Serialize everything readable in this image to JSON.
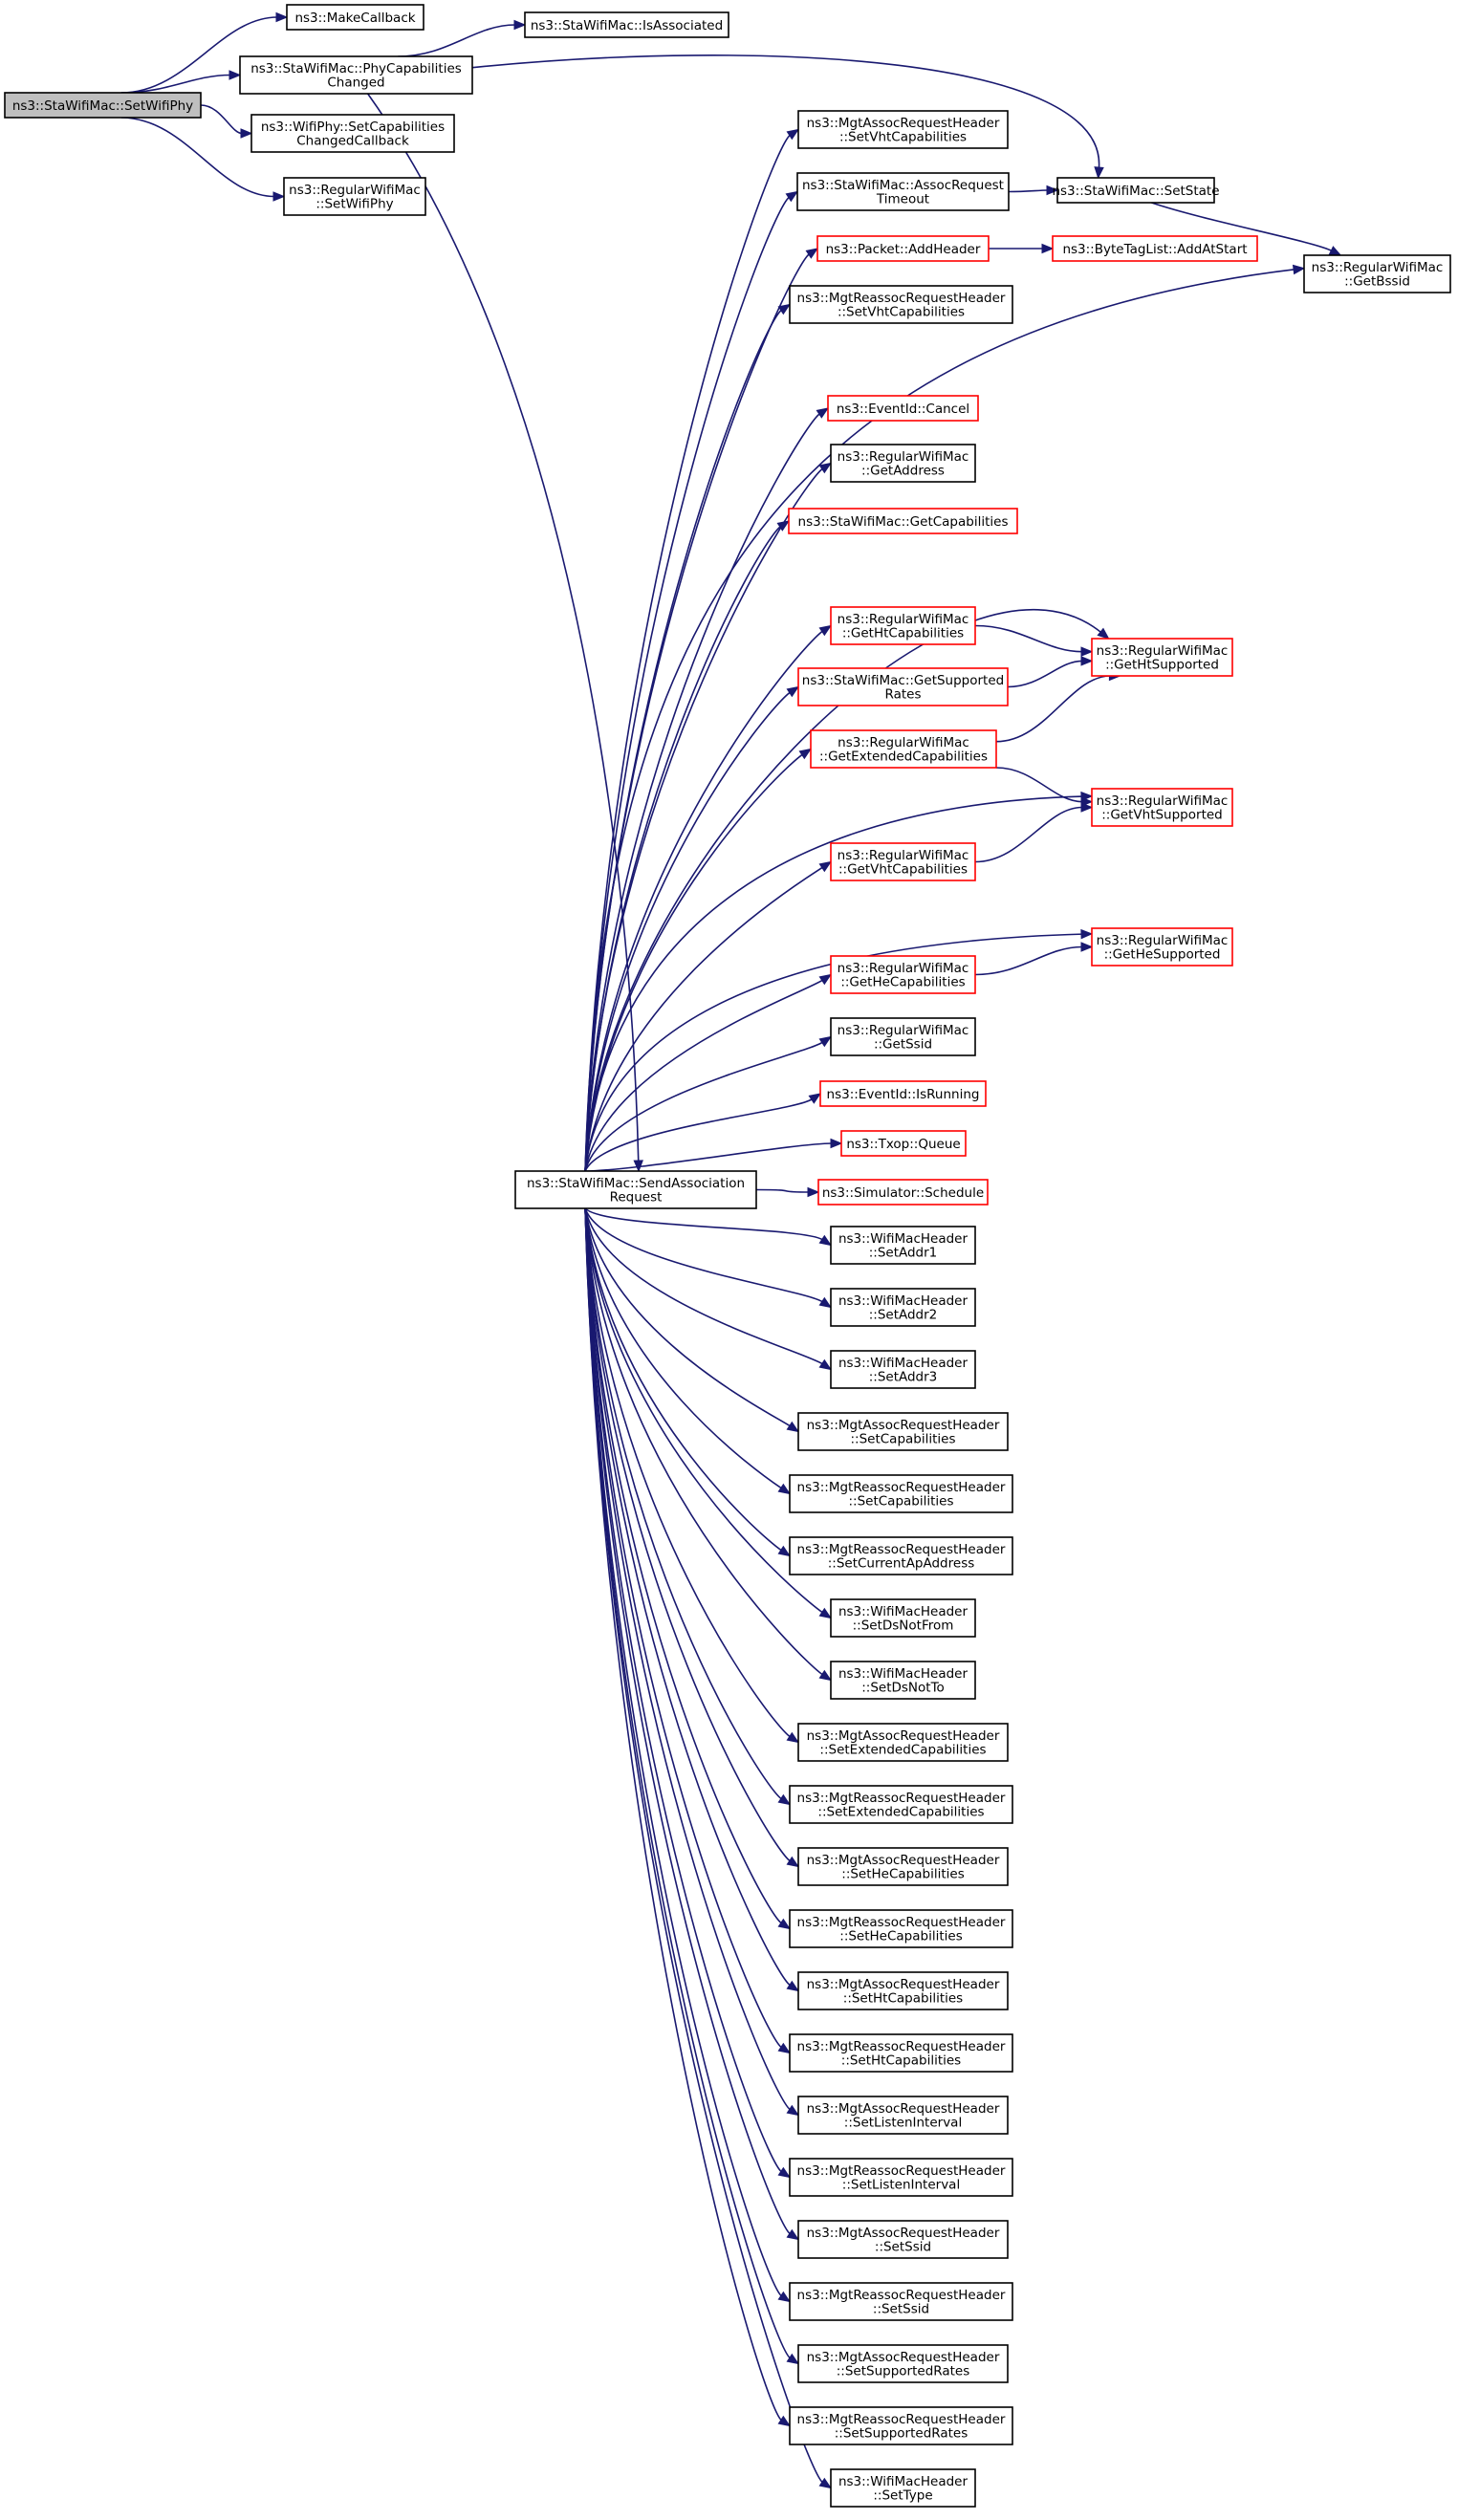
{
  "colors": {
    "edge": "#191970",
    "node_border_normal": "#000000",
    "node_border_truncated": "#ff0000",
    "root_fill": "#bfbfbf",
    "node_fill": "#ffffff"
  },
  "nodes": [
    {
      "id": "root",
      "lines": [
        "ns3::StaWifiMac::SetWifiPhy"
      ],
      "style": "root"
    },
    {
      "id": "makecb",
      "lines": [
        "ns3::MakeCallback"
      ],
      "style": "normal"
    },
    {
      "id": "phycap",
      "lines": [
        "ns3::StaWifiMac::PhyCapabilities",
        "Changed"
      ],
      "style": "normal"
    },
    {
      "id": "setcapcb",
      "lines": [
        "ns3::WifiPhy::SetCapabilities",
        "ChangedCallback"
      ],
      "style": "normal"
    },
    {
      "id": "regsetphy",
      "lines": [
        "ns3::RegularWifiMac",
        "::SetWifiPhy"
      ],
      "style": "normal"
    },
    {
      "id": "isassoc",
      "lines": [
        "ns3::StaWifiMac::IsAssociated"
      ],
      "style": "normal"
    },
    {
      "id": "sendassoc",
      "lines": [
        "ns3::StaWifiMac::SendAssociation",
        "Request"
      ],
      "style": "normal"
    },
    {
      "id": "setstate",
      "lines": [
        "ns3::StaWifiMac::SetState"
      ],
      "style": "normal"
    },
    {
      "id": "getbssid",
      "lines": [
        "ns3::RegularWifiMac",
        "::GetBssid"
      ],
      "style": "normal"
    },
    {
      "id": "mas_vht",
      "lines": [
        "ns3::MgtAssocRequestHeader",
        "::SetVhtCapabilities"
      ],
      "style": "normal"
    },
    {
      "id": "assoctimeout",
      "lines": [
        "ns3::StaWifiMac::AssocRequest",
        "Timeout"
      ],
      "style": "normal"
    },
    {
      "id": "addheader",
      "lines": [
        "ns3::Packet::AddHeader"
      ],
      "style": "red"
    },
    {
      "id": "addatstart",
      "lines": [
        "ns3::ByteTagList::AddAtStart"
      ],
      "style": "red"
    },
    {
      "id": "mrs_vht",
      "lines": [
        "ns3::MgtReassocRequestHeader",
        "::SetVhtCapabilities"
      ],
      "style": "normal"
    },
    {
      "id": "cancel",
      "lines": [
        "ns3::EventId::Cancel"
      ],
      "style": "red"
    },
    {
      "id": "getaddress",
      "lines": [
        "ns3::RegularWifiMac",
        "::GetAddress"
      ],
      "style": "normal"
    },
    {
      "id": "getcap",
      "lines": [
        "ns3::StaWifiMac::GetCapabilities"
      ],
      "style": "red"
    },
    {
      "id": "gethtcap",
      "lines": [
        "ns3::RegularWifiMac",
        "::GetHtCapabilities"
      ],
      "style": "red"
    },
    {
      "id": "getsuprates",
      "lines": [
        "ns3::StaWifiMac::GetSupported",
        "Rates"
      ],
      "style": "red"
    },
    {
      "id": "getextcap",
      "lines": [
        "ns3::RegularWifiMac",
        "::GetExtendedCapabilities"
      ],
      "style": "red"
    },
    {
      "id": "gethtsup",
      "lines": [
        "ns3::RegularWifiMac",
        "::GetHtSupported"
      ],
      "style": "red"
    },
    {
      "id": "getvhtsup",
      "lines": [
        "ns3::RegularWifiMac",
        "::GetVhtSupported"
      ],
      "style": "red"
    },
    {
      "id": "getvhtcap",
      "lines": [
        "ns3::RegularWifiMac",
        "::GetVhtCapabilities"
      ],
      "style": "red"
    },
    {
      "id": "gethesup",
      "lines": [
        "ns3::RegularWifiMac",
        "::GetHeSupported"
      ],
      "style": "red"
    },
    {
      "id": "gethecap",
      "lines": [
        "ns3::RegularWifiMac",
        "::GetHeCapabilities"
      ],
      "style": "red"
    },
    {
      "id": "getssid",
      "lines": [
        "ns3::RegularWifiMac",
        "::GetSsid"
      ],
      "style": "normal"
    },
    {
      "id": "isrunning",
      "lines": [
        "ns3::EventId::IsRunning"
      ],
      "style": "red"
    },
    {
      "id": "queue",
      "lines": [
        "ns3::Txop::Queue"
      ],
      "style": "red"
    },
    {
      "id": "schedule",
      "lines": [
        "ns3::Simulator::Schedule"
      ],
      "style": "red"
    },
    {
      "id": "addr1",
      "lines": [
        "ns3::WifiMacHeader",
        "::SetAddr1"
      ],
      "style": "normal"
    },
    {
      "id": "addr2",
      "lines": [
        "ns3::WifiMacHeader",
        "::SetAddr2"
      ],
      "style": "normal"
    },
    {
      "id": "addr3",
      "lines": [
        "ns3::WifiMacHeader",
        "::SetAddr3"
      ],
      "style": "normal"
    },
    {
      "id": "mas_cap",
      "lines": [
        "ns3::MgtAssocRequestHeader",
        "::SetCapabilities"
      ],
      "style": "normal"
    },
    {
      "id": "mrs_cap",
      "lines": [
        "ns3::MgtReassocRequestHeader",
        "::SetCapabilities"
      ],
      "style": "normal"
    },
    {
      "id": "mrs_curap",
      "lines": [
        "ns3::MgtReassocRequestHeader",
        "::SetCurrentApAddress"
      ],
      "style": "normal"
    },
    {
      "id": "dsnotfrom",
      "lines": [
        "ns3::WifiMacHeader",
        "::SetDsNotFrom"
      ],
      "style": "normal"
    },
    {
      "id": "dsnotto",
      "lines": [
        "ns3::WifiMacHeader",
        "::SetDsNotTo"
      ],
      "style": "normal"
    },
    {
      "id": "mas_ext",
      "lines": [
        "ns3::MgtAssocRequestHeader",
        "::SetExtendedCapabilities"
      ],
      "style": "normal"
    },
    {
      "id": "mrs_ext",
      "lines": [
        "ns3::MgtReassocRequestHeader",
        "::SetExtendedCapabilities"
      ],
      "style": "normal"
    },
    {
      "id": "mas_he",
      "lines": [
        "ns3::MgtAssocRequestHeader",
        "::SetHeCapabilities"
      ],
      "style": "normal"
    },
    {
      "id": "mrs_he",
      "lines": [
        "ns3::MgtReassocRequestHeader",
        "::SetHeCapabilities"
      ],
      "style": "normal"
    },
    {
      "id": "mas_ht",
      "lines": [
        "ns3::MgtAssocRequestHeader",
        "::SetHtCapabilities"
      ],
      "style": "normal"
    },
    {
      "id": "mrs_ht",
      "lines": [
        "ns3::MgtReassocRequestHeader",
        "::SetHtCapabilities"
      ],
      "style": "normal"
    },
    {
      "id": "mas_listen",
      "lines": [
        "ns3::MgtAssocRequestHeader",
        "::SetListenInterval"
      ],
      "style": "normal"
    },
    {
      "id": "mrs_listen",
      "lines": [
        "ns3::MgtReassocRequestHeader",
        "::SetListenInterval"
      ],
      "style": "normal"
    },
    {
      "id": "mas_ssid",
      "lines": [
        "ns3::MgtAssocRequestHeader",
        "::SetSsid"
      ],
      "style": "normal"
    },
    {
      "id": "mrs_ssid",
      "lines": [
        "ns3::MgtReassocRequestHeader",
        "::SetSsid"
      ],
      "style": "normal"
    },
    {
      "id": "mas_rates",
      "lines": [
        "ns3::MgtAssocRequestHeader",
        "::SetSupportedRates"
      ],
      "style": "normal"
    },
    {
      "id": "mrs_rates",
      "lines": [
        "ns3::MgtReassocRequestHeader",
        "::SetSupportedRates"
      ],
      "style": "normal"
    },
    {
      "id": "settype",
      "lines": [
        "ns3::WifiMacHeader",
        "::SetType"
      ],
      "style": "normal"
    }
  ]
}
